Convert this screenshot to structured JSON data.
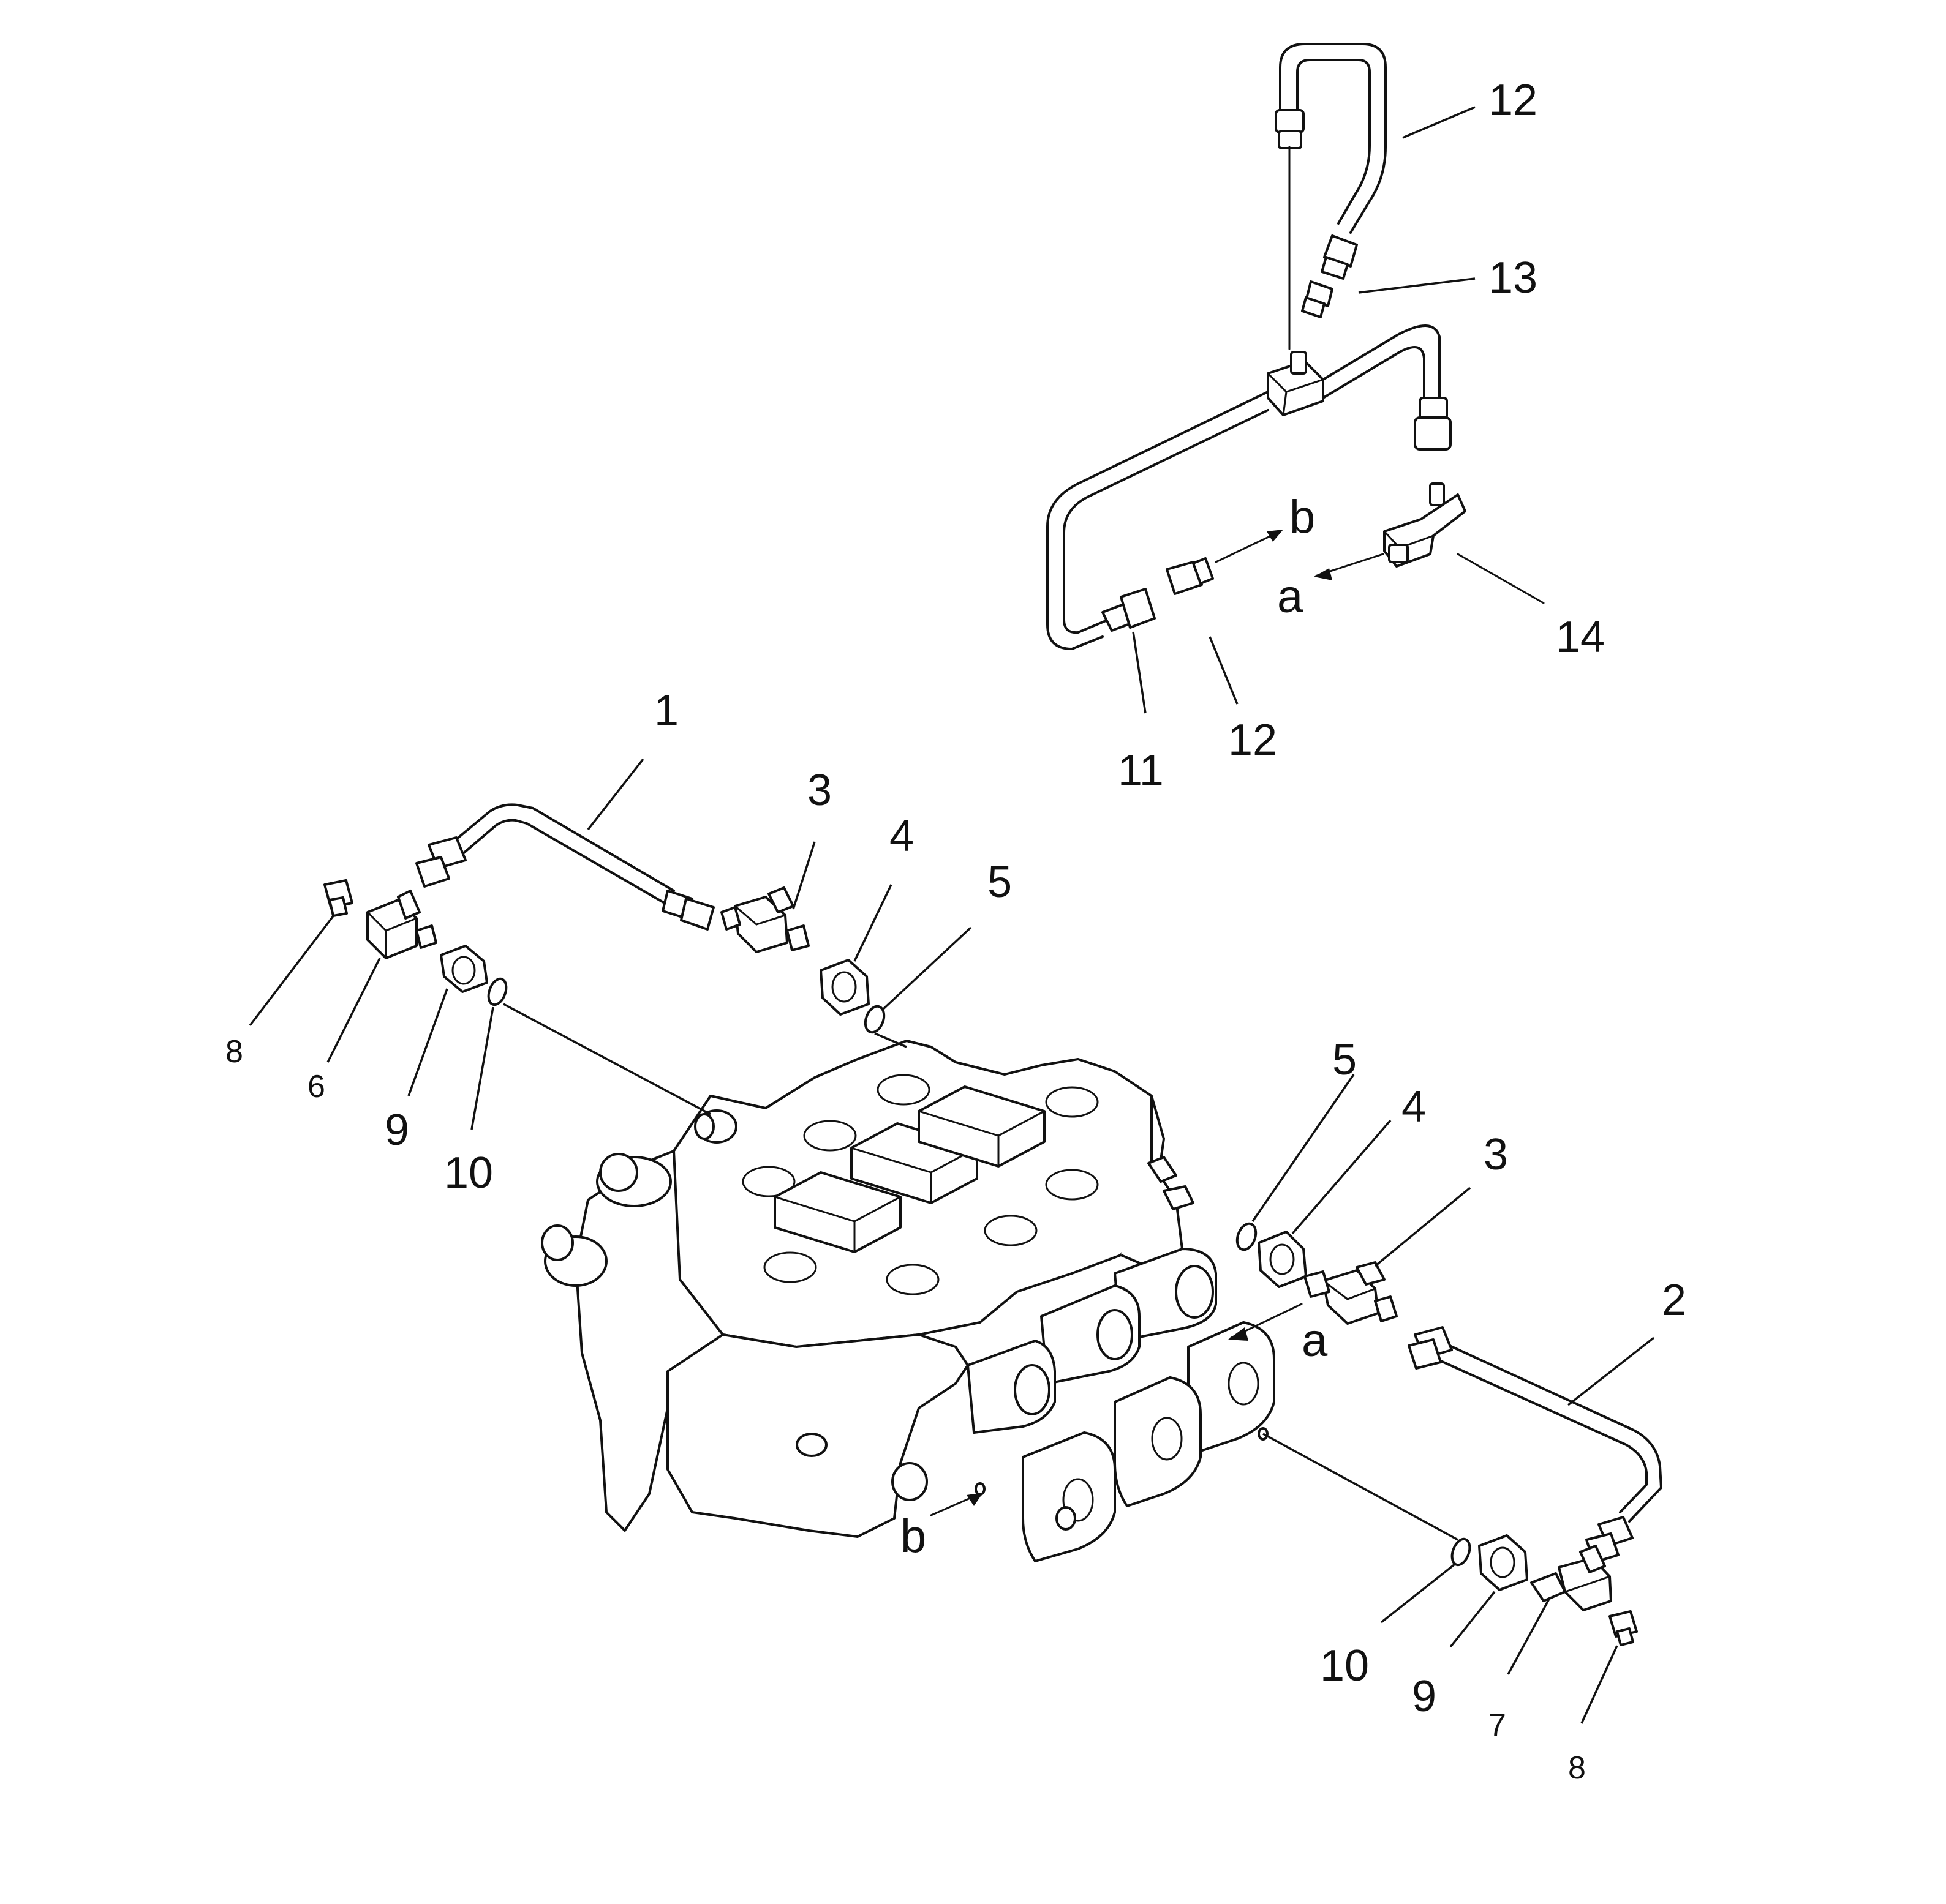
{
  "callouts": {
    "c1": "1",
    "c2": "2",
    "c3_upper": "3",
    "c3_right": "3",
    "c4_upper": "4",
    "c4_right": "4",
    "c5_upper": "5",
    "c5_right": "5",
    "c6": "6",
    "c7": "7",
    "c8_left": "8",
    "c8_right": "8",
    "c9_left": "9",
    "c9_right": "9",
    "c10_left": "10",
    "c10_right": "10",
    "c11": "11",
    "c12_top": "12",
    "c12_bottom": "12",
    "c13": "13",
    "c14": "14"
  },
  "refs": {
    "a_top": "a",
    "b_top": "b",
    "a_valve": "a",
    "b_valve": "b"
  },
  "parts": {
    "control_valve": "control-valve-body",
    "tube_1": "tube-1",
    "tube_2": "tube-2",
    "tube_12": "tube-12",
    "tee_pipe": "tee-pipe-assembly"
  }
}
